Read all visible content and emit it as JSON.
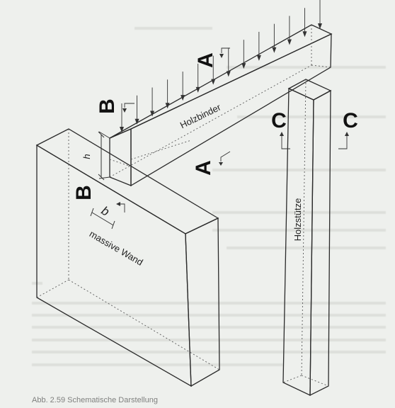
{
  "labels": {
    "beam": "Holzbinder",
    "column": "Holzstütze",
    "wall": "massive Wand",
    "height": "h",
    "width": "b",
    "section_a": "A",
    "section_b": "B",
    "section_c": "C",
    "caption": "Abb. 2.59 Schematische Darstellung"
  },
  "load_arrows": 14
}
